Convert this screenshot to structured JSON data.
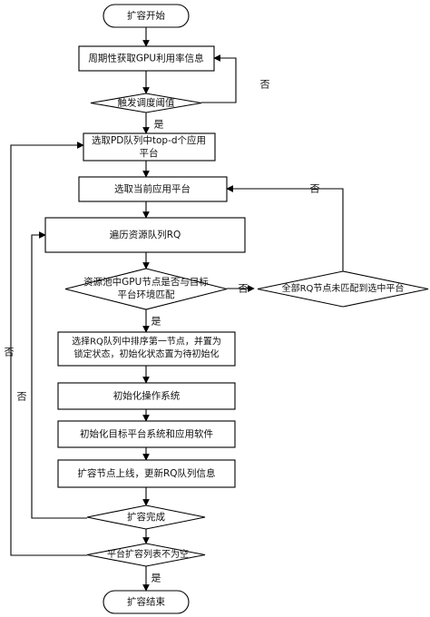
{
  "nodes": {
    "start": "扩容开始",
    "poll": "周期性获取GPU利用率信息",
    "trigger": "触发调度阈值",
    "select_top_line1": "选取PD队列中top-d个应用",
    "select_top_line2": "平台",
    "select_current": "选取当前应用平台",
    "traverse": "遍历资源队列RQ",
    "match_line1": "资源池中GPU节点是否与目标",
    "match_line2": "平台环境匹配",
    "unmatched_all": "全部RQ节点未匹配到选中平台",
    "choose_line1": "选择RQ队列中排序第一节点，并置为",
    "choose_line2": "锁定状态，初始化状态置为待初始化",
    "init_os": "初始化操作系统",
    "init_platform": "初始化目标平台系统和应用软件",
    "online": "扩容节点上线，更新RQ队列信息",
    "done": "扩容完成",
    "list_nonempty": "平台扩容列表不为空",
    "end": "扩容结束"
  },
  "edges": {
    "yes": "是",
    "no": "否"
  },
  "colors": {
    "stroke": "#000000",
    "fill": "#ffffff",
    "text": "#111111"
  }
}
